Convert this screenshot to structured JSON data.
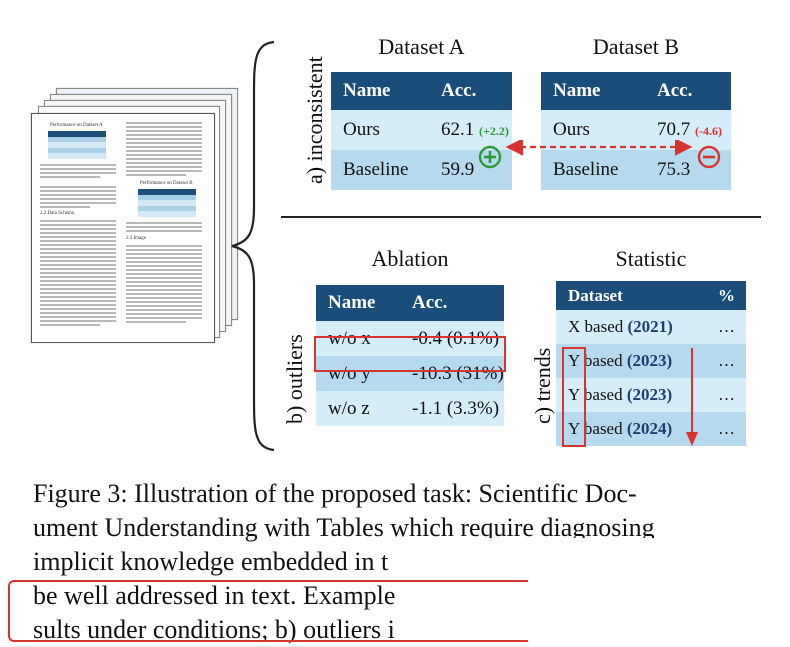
{
  "paper_thumbnail": {
    "table1_title": "Performance on Dataset A",
    "table2_title": "Performance on Dataset B",
    "section_heading": "2.2  Data Schema",
    "section_heading_2": "2.3  Image"
  },
  "labels": {
    "a": "a) inconsistent",
    "b": "b) outliers",
    "c": "c) trends"
  },
  "dataset_a": {
    "title": "Dataset A",
    "headers": [
      "Name",
      "Acc."
    ],
    "rows": [
      {
        "name": "Ours",
        "acc": "62.1",
        "delta": "(+2.2)"
      },
      {
        "name": "Baseline",
        "acc": "59.9"
      }
    ],
    "mark": "⊕"
  },
  "dataset_b": {
    "title": "Dataset B",
    "headers": [
      "Name",
      "Acc."
    ],
    "rows": [
      {
        "name": "Ours",
        "acc": "70.7",
        "delta": "(-4.6)"
      },
      {
        "name": "Baseline",
        "acc": "75.3"
      }
    ],
    "mark": "⊖"
  },
  "ablation": {
    "title": "Ablation",
    "headers": [
      "Name",
      "Acc."
    ],
    "rows": [
      {
        "name": "w/o x",
        "acc": "-0.4 (0.1%)"
      },
      {
        "name": "w/o y",
        "acc": "-10.3 (31%)"
      },
      {
        "name": "w/o z",
        "acc": "-1.1 (3.3%)"
      }
    ]
  },
  "statistic": {
    "title": "Statistic",
    "headers": [
      "Dataset",
      "%"
    ],
    "rows": [
      {
        "prefix": "X based ",
        "year": "(2021)",
        "pct": "…"
      },
      {
        "prefix": "Y based ",
        "year": "(2023)",
        "pct": "…"
      },
      {
        "prefix": "Y based ",
        "year": "(2023)",
        "pct": "…"
      },
      {
        "prefix": "Y based ",
        "year": "(2024)",
        "pct": "…"
      }
    ]
  },
  "caption": {
    "line1": "Figure 3: Illustration of the proposed task: Scientific Doc-",
    "line2": "ument Understanding with Tables which require diagnosing",
    "line3": "implicit knowledge embedded in t",
    "line4": "be well addressed in text. Example",
    "line5": "sults under conditions; b) outliers i"
  },
  "colors": {
    "header_blue": "#1b4d7b",
    "row_light": "#d5ecf9",
    "row_mid": "#b5daf0",
    "highlight_red": "#d8342f",
    "positive_green": "#2e9b35",
    "negative_red": "#d8342f"
  }
}
